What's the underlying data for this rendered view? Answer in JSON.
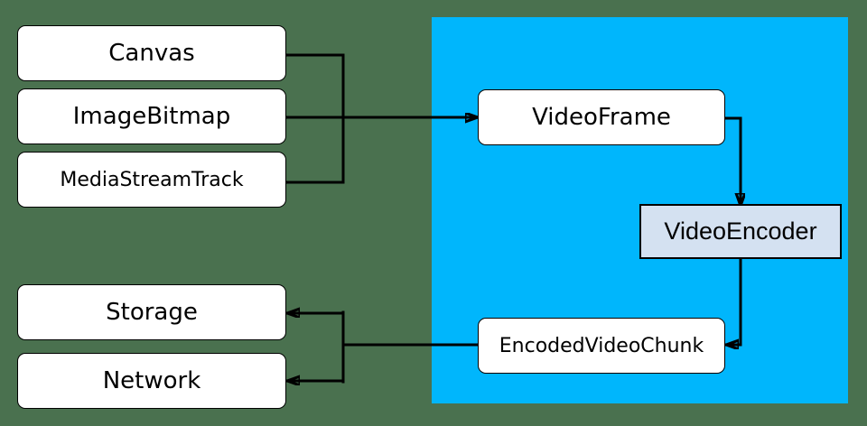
{
  "diagram": {
    "description": "Video encoding pipeline diagram",
    "colors": {
      "page_background": "#4a714f",
      "pipeline_region": "#00b6fc",
      "node_fill": "#ffffff",
      "encoder_node_fill": "#d4e1f1",
      "node_border": "#000000",
      "connector": "#000000"
    },
    "nodes": {
      "canvas": {
        "label": "Canvas"
      },
      "image_bitmap": {
        "label": "ImageBitmap"
      },
      "media_stream_track": {
        "label": "MediaStreamTrack"
      },
      "video_frame": {
        "label": "VideoFrame"
      },
      "video_encoder": {
        "label": "VideoEncoder"
      },
      "encoded_video_chunk": {
        "label": "EncodedVideoChunk"
      },
      "storage": {
        "label": "Storage"
      },
      "network": {
        "label": "Network"
      }
    },
    "edges": [
      {
        "from": "Canvas",
        "to": "VideoFrame"
      },
      {
        "from": "ImageBitmap",
        "to": "VideoFrame"
      },
      {
        "from": "MediaStreamTrack",
        "to": "VideoFrame"
      },
      {
        "from": "VideoFrame",
        "to": "VideoEncoder"
      },
      {
        "from": "VideoEncoder",
        "to": "EncodedVideoChunk"
      },
      {
        "from": "EncodedVideoChunk",
        "to": "Storage"
      },
      {
        "from": "EncodedVideoChunk",
        "to": "Network"
      }
    ]
  }
}
